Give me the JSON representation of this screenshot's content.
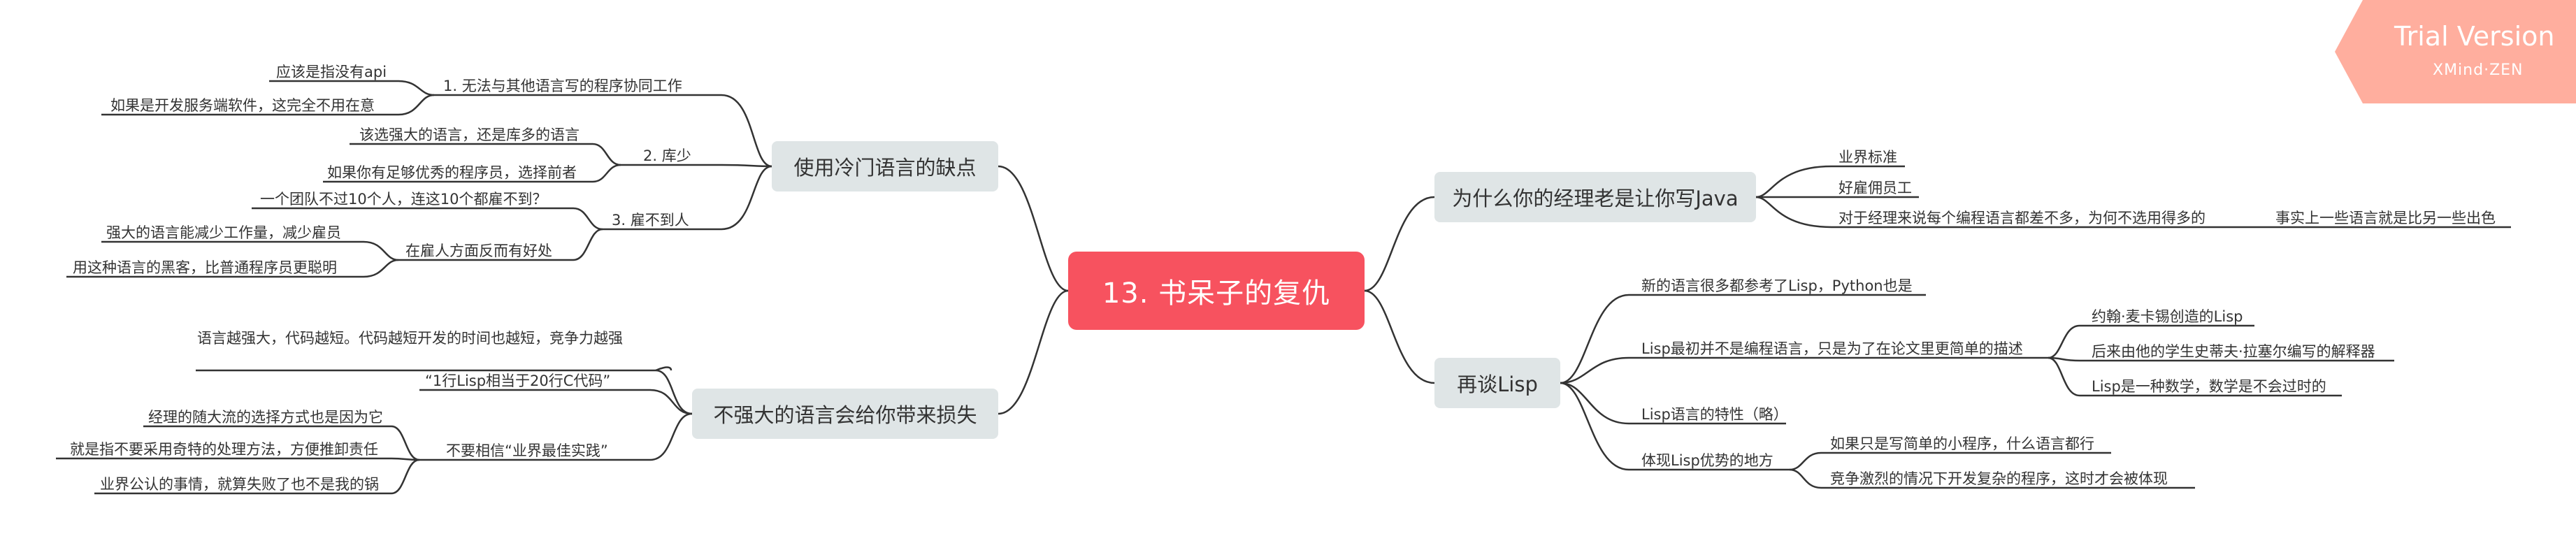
{
  "central": "13. 书呆子的复仇",
  "watermark": {
    "title": "Trial Version",
    "subtitle": "XMind·ZEN"
  },
  "branches": {
    "b1": {
      "label": "使用冷门语言的缺点",
      "c1": {
        "label": "1. 无法与其他语言写的程序协同工作",
        "l1": "应该是指没有api",
        "l2": "如果是开发服务端软件，这完全不用在意"
      },
      "c2": {
        "label": "2. 库少",
        "l1": "该选强大的语言，还是库多的语言",
        "l2": "如果你有足够优秀的程序员，选择前者"
      },
      "c3": {
        "label": "3. 雇不到人",
        "l1": "一个团队不过10个人，连这10个都雇不到？",
        "c4": {
          "label": "在雇人方面反而有好处",
          "l1": "强大的语言能减少工作量，减少雇员",
          "l2": "用这种语言的黑客，比普通程序员更聪明"
        }
      }
    },
    "b2": {
      "label": "不强大的语言会给你带来损失",
      "t1": "语言越强大，代码越短。代码越短开发的时间也越短，竞争力越强",
      "t2": "“1行Lisp相当于20行C代码”",
      "c1": {
        "label": "不要相信“业界最佳实践”",
        "l1": "经理的随大流的选择方式也是因为它",
        "l2": "就是指不要采用奇特的处理方法，方便推卸责任",
        "l3": "业界公认的事情，就算失败了也不是我的锅"
      }
    },
    "b3": {
      "label": "为什么你的经理老是让你写Java",
      "l1": "业界标准",
      "l2": "好雇佣员工",
      "c1": {
        "label": "对于经理来说每个编程语言都差不多，为何不选用得多的",
        "l1": "事实上一些语言就是比另一些出色"
      }
    },
    "b4": {
      "label": "再谈Lisp",
      "l1": "新的语言很多都参考了Lisp，Python也是",
      "c1": {
        "label": "Lisp最初并不是编程语言，只是为了在论文里更简单的描述",
        "l1": "约翰·麦卡锡创造的Lisp",
        "l2": "后来由他的学生史蒂夫·拉塞尔编写的解释器",
        "l3": "Lisp是一种数学，数学是不会过时的"
      },
      "l2": "Lisp语言的特性（略）",
      "c2": {
        "label": "体现Lisp优势的地方",
        "l1": "如果只是写简单的小程序，什么语言都行",
        "l2": "竞争激烈的情况下开发复杂的程序，这时才会被体现"
      }
    }
  }
}
